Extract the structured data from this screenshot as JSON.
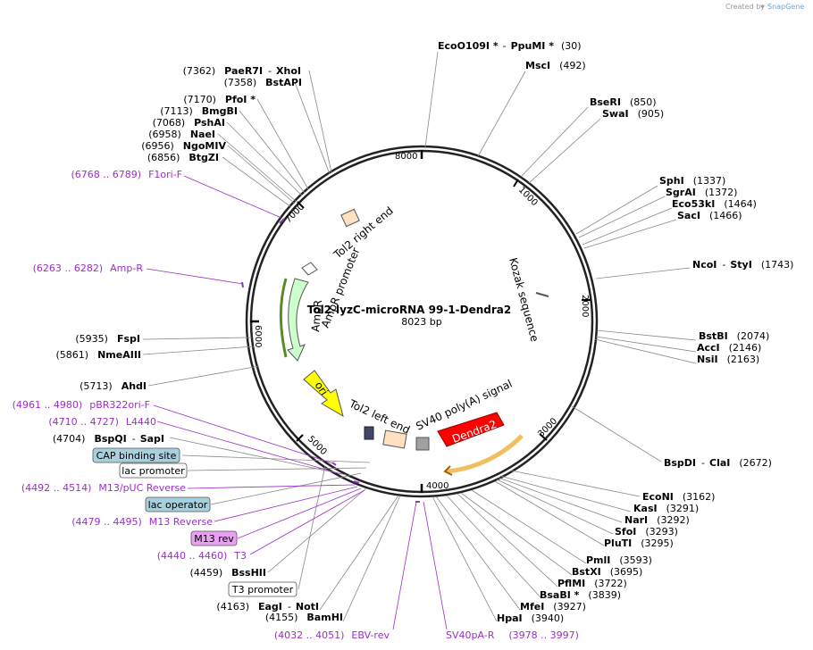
{
  "credit": {
    "prefix": "Created by",
    "brand": "SnapGene"
  },
  "plasmid": {
    "name": "Tol2-lyzC-microRNA 99-1-Dendra2",
    "size_label": "8023 bp"
  },
  "ticks": [
    "8000",
    "1000",
    "2000",
    "3000",
    "4000",
    "5000",
    "6000",
    "7000"
  ],
  "sites": [
    {
      "name": "EcoO109I *",
      "name2": "PpuMI *",
      "pos": "(30)"
    },
    {
      "name": "MscI",
      "pos": "(492)"
    },
    {
      "name": "BseRI",
      "pos": "(850)"
    },
    {
      "name": "SwaI",
      "pos": "(905)"
    },
    {
      "name": "SphI",
      "pos": "(1337)"
    },
    {
      "name": "SgrAI",
      "pos": "(1372)"
    },
    {
      "name": "Eco53kI",
      "pos": "(1464)"
    },
    {
      "name": "SacI",
      "pos": "(1466)"
    },
    {
      "name": "NcoI",
      "name2": "StyI",
      "pos": "(1743)"
    },
    {
      "name": "BstBI",
      "pos": "(2074)"
    },
    {
      "name": "AccI",
      "pos": "(2146)"
    },
    {
      "name": "NsiI",
      "pos": "(2163)"
    },
    {
      "name": "BspDI",
      "name2": "ClaI",
      "pos": "(2672)"
    },
    {
      "name": "EcoNI",
      "pos": "(3162)"
    },
    {
      "name": "KasI",
      "pos": "(3291)"
    },
    {
      "name": "NarI",
      "pos": "(3292)"
    },
    {
      "name": "SfoI",
      "pos": "(3293)"
    },
    {
      "name": "PluTI",
      "pos": "(3295)"
    },
    {
      "name": "PmlI",
      "pos": "(3593)"
    },
    {
      "name": "BstXI",
      "pos": "(3695)"
    },
    {
      "name": "PflMI",
      "pos": "(3722)"
    },
    {
      "name": "BsaBI *",
      "pos": "(3839)"
    },
    {
      "name": "MfeI",
      "pos": "(3927)"
    },
    {
      "name": "HpaI",
      "pos": "(3940)"
    },
    {
      "name": "BamHI",
      "pos": "(4155)"
    },
    {
      "name": "EagI",
      "name2": "NotI",
      "pos": "(4163)"
    },
    {
      "name": "BssHII",
      "pos": "(4459)"
    },
    {
      "name": "BspQI",
      "name2": "SapI",
      "pos": "(4704)"
    },
    {
      "name": "AhdI",
      "pos": "(5713)"
    },
    {
      "name": "NmeAIII",
      "pos": "(5861)"
    },
    {
      "name": "FspI",
      "pos": "(5935)"
    },
    {
      "name": "BtgZI",
      "pos": "(6856)"
    },
    {
      "name": "NgoMIV",
      "pos": "(6956)"
    },
    {
      "name": "NaeI",
      "pos": "(6958)"
    },
    {
      "name": "PshAI",
      "pos": "(7068)"
    },
    {
      "name": "BmgBI",
      "pos": "(7113)"
    },
    {
      "name": "PfoI *",
      "pos": "(7170)"
    },
    {
      "name": "BstAPI",
      "pos": "(7358)"
    },
    {
      "name": "PaeR7I",
      "name2": "XhoI",
      "pos": "(7362)"
    }
  ],
  "primers": [
    {
      "range": "(6768 .. 6789)",
      "name": "F1ori-F"
    },
    {
      "range": "(6263 .. 6282)",
      "name": "Amp-R"
    },
    {
      "range": "(4961 .. 4980)",
      "name": "pBR322ori-F"
    },
    {
      "range": "(4710 .. 4727)",
      "name": "L4440"
    },
    {
      "range": "(4492 .. 4514)",
      "name": "M13/pUC Reverse"
    },
    {
      "range": "(4479 .. 4495)",
      "name": "M13 Reverse"
    },
    {
      "range": "(4440 .. 4460)",
      "name": "T3"
    },
    {
      "range": "(4032 .. 4051)",
      "name": "EBV-rev"
    },
    {
      "name": "SV40pA-R",
      "range": "(3978 .. 3997)"
    }
  ],
  "boxed_features": [
    {
      "label": "CAP binding site",
      "fill": "#a8d0dc"
    },
    {
      "label": "lac promoter",
      "fill": "#ffffff"
    },
    {
      "label": "lac operator",
      "fill": "#a8d0dc"
    },
    {
      "label": "M13 rev",
      "fill": "#e8a0f0"
    },
    {
      "label": "T3 promoter",
      "fill": "#ffffff"
    }
  ],
  "features": {
    "tol2_right": "Tol2 right end",
    "ampr_promoter": "AmpR promoter",
    "ampr": "AmpR",
    "ori": "ori",
    "tol2_left": "Tol2 left end",
    "sv40": "SV40 poly(A) signal",
    "dendra2": "Dendra2",
    "kozak": "Kozak sequence"
  },
  "colors": {
    "primer": "#9a2fc8",
    "ampr": "#ccffcc",
    "ori": "#ffff00",
    "dendra2": "#ff0000",
    "tol2": "#ffe0c0",
    "sv40": "#a0a0a0",
    "orange_arrow": "#f0c060"
  }
}
